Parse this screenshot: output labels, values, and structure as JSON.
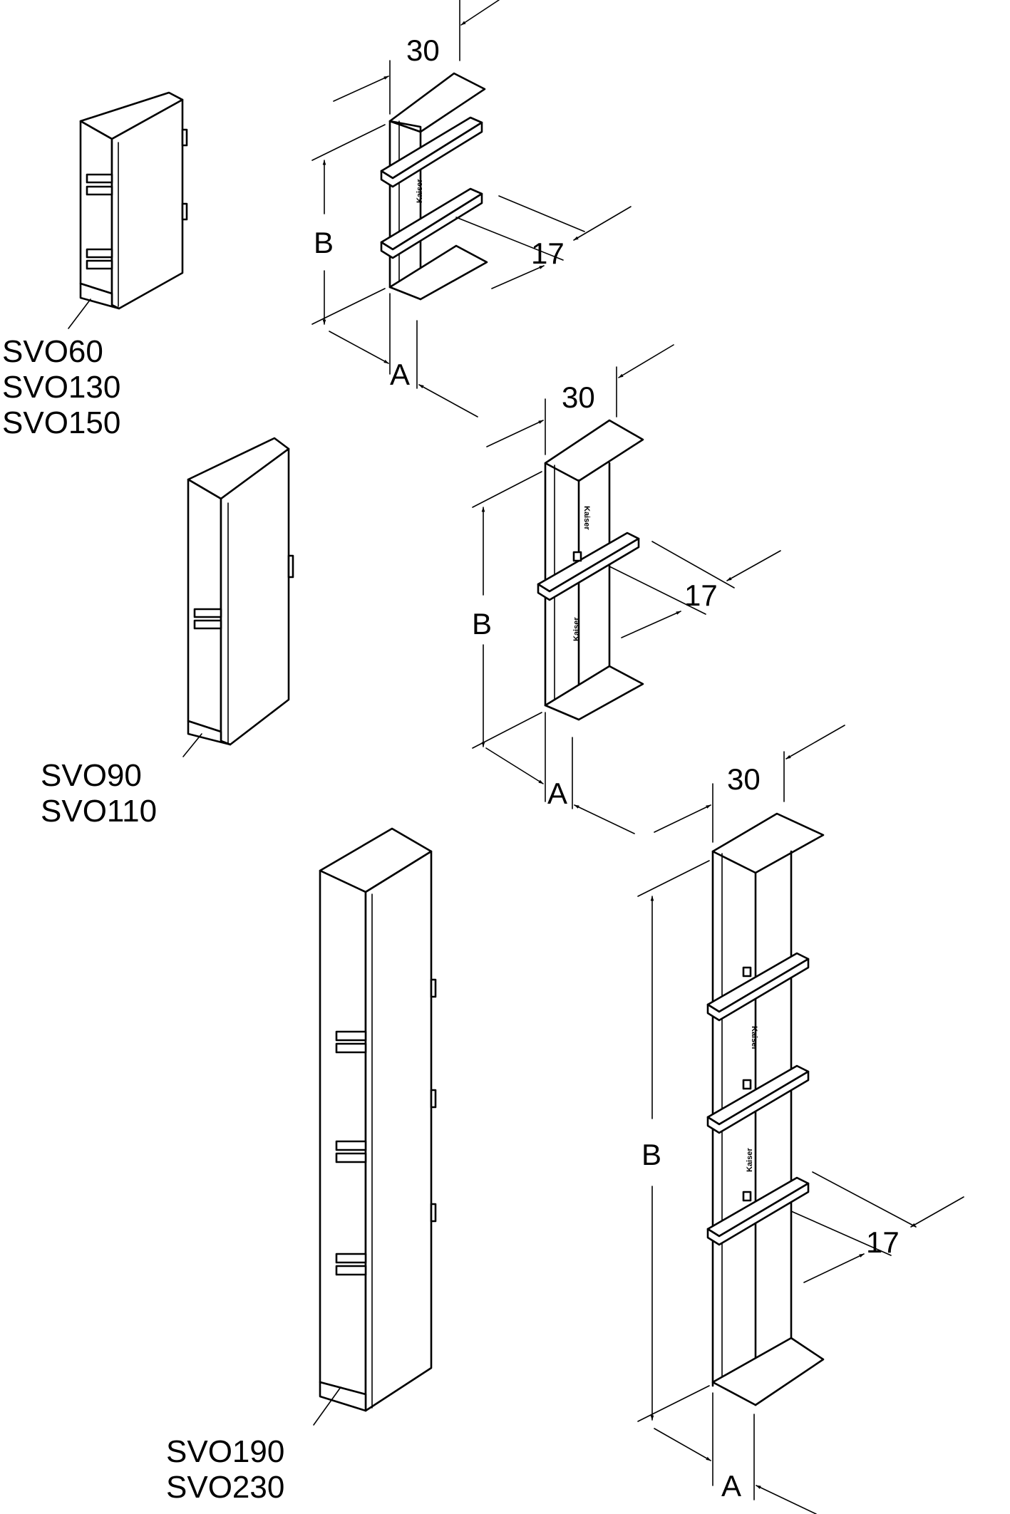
{
  "dimensions": {
    "width_label": "30",
    "depth_label": "17",
    "height_label": "B",
    "base_label": "A"
  },
  "labels": {
    "group1": [
      "SVO60",
      "SVO130",
      "SVO150"
    ],
    "group2": [
      "SVO90",
      "SVO110"
    ],
    "group3": [
      "SVO190",
      "SVO230"
    ]
  },
  "logo_text": "Kaiser"
}
